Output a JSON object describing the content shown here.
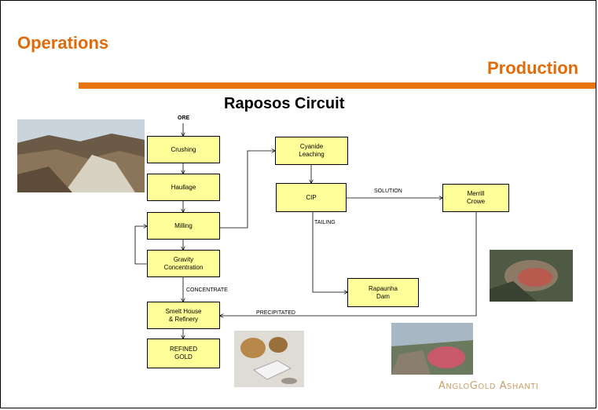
{
  "header": {
    "section": "Operations",
    "subsection": "Production",
    "title": "Raposos Circuit"
  },
  "flow": {
    "input_label": "ORE",
    "nodes": {
      "crushing": "Crushing",
      "haullage": "Haullage",
      "milling": "Milling",
      "gravity": "Gravity\nConcentration",
      "smelt": "Smelt House\n& Refinery",
      "refined": "REFINED\nGOLD",
      "cyanide": "Cyanide\nLeaching",
      "cip": "CIP",
      "merrill": "Merrill\nCrowe",
      "rapaunha": "Rapaunha\nDam"
    },
    "edge_labels": {
      "concentrate": "CONCENTRATE",
      "solution": "SOLUTION",
      "tailing": "TAILING",
      "precipitated": "PRECIPITATED"
    }
  },
  "brand": {
    "word1_cap": "A",
    "word1_rest": "NGLO",
    "word2_cap": "G",
    "word2_rest": "OLD",
    "word3_cap": "A",
    "word3_rest": "SHANTI",
    "color": "#c7a16a"
  },
  "colors": {
    "accent": "#e06b0a",
    "box_fill": "#ffff99"
  }
}
